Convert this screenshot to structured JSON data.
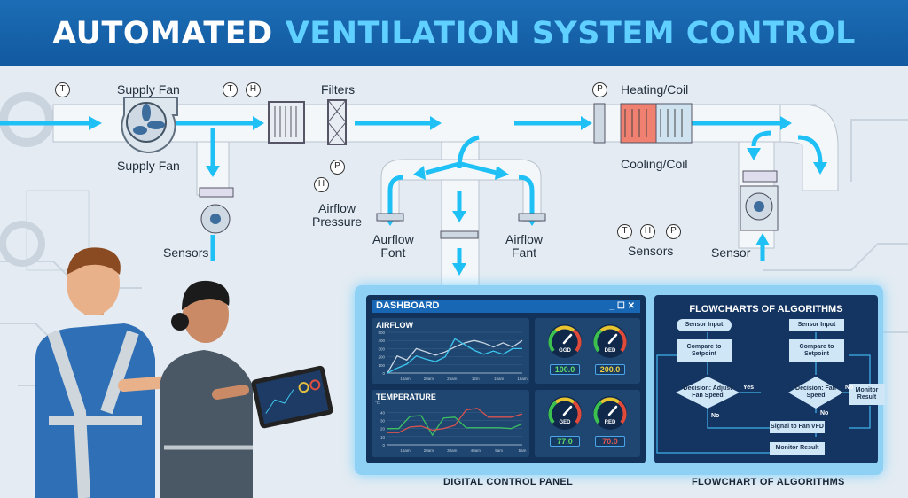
{
  "header": {
    "title_part1": "AUTOMATED",
    "title_part2": "VENTILATION SYSTEM CONTROL"
  },
  "labels": {
    "supply_fan_top": "Supply Fan",
    "supply_fan_bottom": "Supply Fan",
    "filters": "Filters",
    "heating_coil": "Heating/Coil",
    "cooling_coil": "Cooling/Coil",
    "sensors_left": "Sensors",
    "airflow_pressure_1": "Airflow",
    "airflow_pressure_2": "Pressure",
    "aurflow_font_1": "Aurflow",
    "aurflow_font_2": "Font",
    "airflow_fant_1": "Airflow",
    "airflow_fant_2": "Fant",
    "sensors_right": "Sensors",
    "sensor": "Sensor"
  },
  "sensor_symbols": {
    "t1": "T",
    "t2": "T",
    "h1": "H",
    "p1": "P",
    "h2": "H",
    "p2": "P",
    "t3": "T",
    "h3": "H",
    "p3": "P"
  },
  "dashboard": {
    "title": "DASHBOARD",
    "controls": "_ ☐ ✕",
    "airflow": {
      "title": "AIRFLOW",
      "yticks": [
        "0",
        "100",
        "200",
        "300",
        "400",
        "500"
      ],
      "xticks": [
        "15am",
        "20am",
        "25am",
        "12m",
        "15am",
        "16am"
      ],
      "ymax": 500,
      "series": [
        {
          "name": "a",
          "color": "#c9d6e3",
          "values": [
            0,
            210,
            160,
            300,
            260,
            220,
            260,
            320,
            370,
            400,
            370,
            320,
            370,
            320,
            400
          ]
        },
        {
          "name": "b",
          "color": "#3cc8f0",
          "values": [
            0,
            60,
            110,
            210,
            170,
            140,
            200,
            420,
            350,
            280,
            230,
            270,
            230,
            300,
            300
          ]
        }
      ]
    },
    "temperature": {
      "title": "TEMPERATURE",
      "unit": "°C",
      "yticks": [
        "0",
        "10",
        "20",
        "30",
        "40"
      ],
      "xticks": [
        "15am",
        "20am",
        "30am",
        "40am",
        "5am",
        "5am"
      ],
      "ymax": 48,
      "series": [
        {
          "name": "green",
          "color": "#3cc060",
          "values": [
            20,
            20,
            35,
            36,
            12,
            33,
            34,
            21,
            21,
            21,
            21,
            20,
            26
          ]
        },
        {
          "name": "red",
          "color": "#d9534f",
          "values": [
            15,
            15,
            22,
            23,
            18,
            20,
            24,
            43,
            45,
            34,
            34,
            34,
            38
          ]
        }
      ]
    },
    "gauges": [
      {
        "label": "GGD",
        "value": "100.0",
        "color": "#5fdc6a"
      },
      {
        "label": "DED",
        "value": "200.0",
        "color": "#f0d040"
      },
      {
        "label": "GED",
        "value": "77.0",
        "color": "#5fdc6a"
      },
      {
        "label": "RED",
        "value": "70.0",
        "color": "#e0554f"
      }
    ]
  },
  "flowchart": {
    "title": "FLOWCHARTS OF ALGORITHMS",
    "sensor_input_1": "Sensor Input",
    "sensor_input_2": "Sensor Input",
    "compare_1": "Compare to Setpoint",
    "compare_2": "Compare to Setpoint",
    "decision_1": "Decision: Adjust Fan Speed",
    "decision_2": "Decision: Fan Speed",
    "monitor_right": "Monitor Result",
    "signal": "Signal to Fan VFD",
    "monitor_bottom": "Monitor Result",
    "yes": "Yes",
    "no_1": "No",
    "no_2": "No",
    "no_3": "No"
  },
  "captions": {
    "panel": "DIGITAL CONTROL PANEL",
    "flowchart": "FLOWCHART OF ALGORITHMS"
  }
}
